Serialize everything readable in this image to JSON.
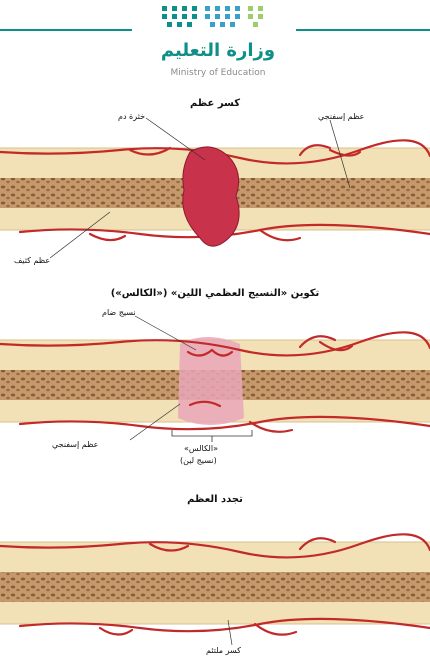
{
  "header": {
    "ministry_name": "وزارة التعليم",
    "ministry_name_en": "Ministry of Education",
    "brand_color": "#0e8f8a",
    "logo_icon": "ministry-dots-logo"
  },
  "stages": [
    {
      "title": "كسر عظم",
      "labels": {
        "hematoma": "خثرة دم",
        "spongy_bone": "عظم إسفنجي",
        "compact_bone": "عظم كثيف"
      }
    },
    {
      "title": "تكوين «النسيج العظمي اللين» («الكالس»)",
      "labels": {
        "necrotic_tissue": "نسيج ضام",
        "spongy_bone": "عظم إسفنجي",
        "callus": "«الكالس»",
        "soft_tissue": "(نسيج لين)"
      }
    },
    {
      "title": "تجدد العظم",
      "labels": {
        "healed_fracture": "كسر ملتئم"
      }
    }
  ],
  "colors": {
    "bone_outer": "#f2e0b6",
    "bone_inner": "#c49a6c",
    "bone_texture": "#8a5a34",
    "vessel": "#c22a2a",
    "clot": "#c8324a",
    "callus": "#e9a6b8"
  }
}
